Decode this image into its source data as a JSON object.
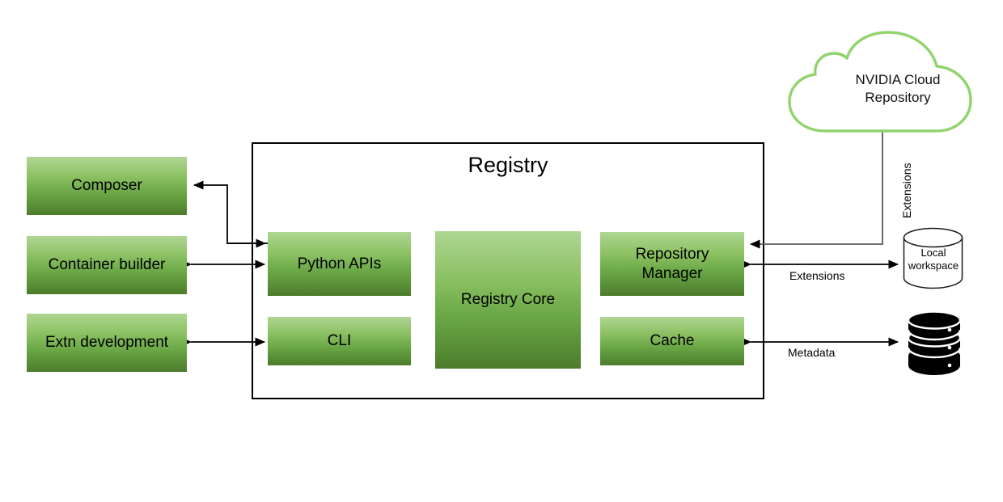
{
  "diagram": {
    "title": "Registry",
    "background": "#ffffff"
  },
  "colors": {
    "box_gradient_top": "#aed693",
    "box_gradient_bottom": "#4d7c2c",
    "cloud_stroke": "#92d36e",
    "outer_border": "#000000",
    "edge_black": "#000000",
    "edge_gray": "#595959",
    "db_fill": "#000000"
  },
  "registry": {
    "title": "Registry",
    "components": [
      {
        "id": "python-apis",
        "label": "Python APIs"
      },
      {
        "id": "cli",
        "label": "CLI"
      },
      {
        "id": "registry-core",
        "label": "Registry Core"
      },
      {
        "id": "repository-manager",
        "label": "Repository\nManager"
      },
      {
        "id": "repository-manager-line1",
        "label": "Repository"
      },
      {
        "id": "repository-manager-line2",
        "label": "Manager"
      },
      {
        "id": "cache",
        "label": "Cache"
      }
    ]
  },
  "clients": [
    {
      "id": "composer",
      "label": "Composer"
    },
    {
      "id": "container-builder",
      "label": "Container builder"
    },
    {
      "id": "extn-development",
      "label": "Extn development"
    }
  ],
  "external": {
    "cloud": {
      "line1": "NVIDIA Cloud",
      "line2": "Repository"
    },
    "workspace": {
      "line1": "Local",
      "line2": "workspace"
    },
    "metadata_store": {
      "icon": "database-stack-icon"
    }
  },
  "edge_labels": {
    "cloud_extensions": "Extensions",
    "workspace_extensions": "Extensions",
    "metadata": "Metadata"
  }
}
